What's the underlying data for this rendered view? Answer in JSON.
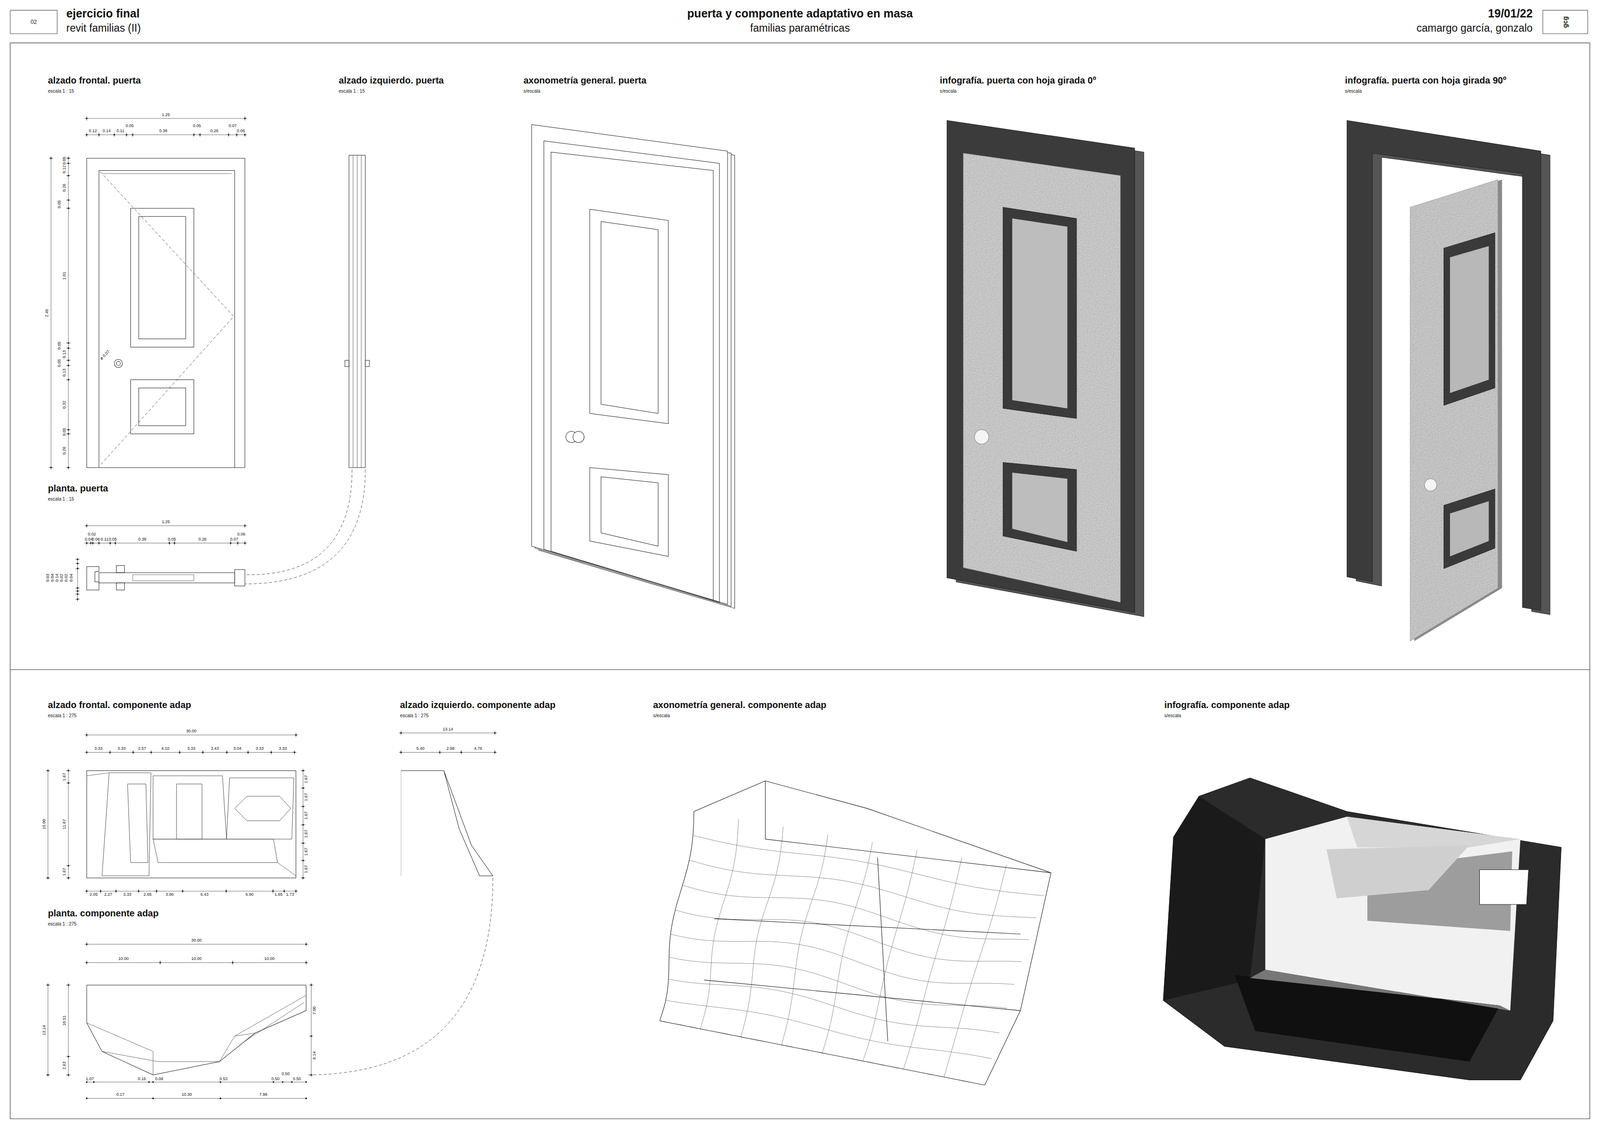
{
  "diagram": {
    "title": "puerta y componente adaptativo en masa",
    "labels": [
      "02",
      "ejercicio final",
      "revit familias (II)",
      "familias paramétricas",
      "19/01/22",
      "camargo garcía, gonzalo",
      "gcg",
      "alzado frontal. puerta",
      "escala 1 : 15",
      "alzado izquierdo. puerta",
      "escala 1 : 15",
      "axonometría general. puerta",
      "s/escala",
      "infografía. puerta con hoja girada 0º",
      "s/escala",
      "infografía. puerta con hoja girada 90º",
      "s/escala",
      "planta. puerta",
      "escala 1 : 15",
      "alzado frontal. componente adap",
      "escala 1 : 275",
      "alzado izquierdo. componente adap",
      "escala 1 : 275",
      "axonometría general. componente adap",
      "s/escala",
      "infografía. componente adap",
      "s/escala",
      "planta. componente adap",
      "escala 1 : 275",
      "1.25",
      "0.12",
      "0.14",
      "0.11",
      "0.05",
      "0.38",
      "0.05",
      "0.26",
      "0.07",
      "0.06",
      "2.45",
      "0.05",
      "0.12",
      "0.26",
      "0.05",
      "1.01",
      "0.05",
      "0.13",
      "0.05",
      "0.13",
      "0.32",
      "0.05",
      "0.26",
      "ø 0.07",
      "1.25",
      "0.04",
      "0.02",
      "0.06",
      "0.11",
      "0.05",
      "0.38",
      "0.05",
      "0.26",
      "0.07",
      "0.06",
      "0.03",
      "0.04",
      "0.14",
      "0.02",
      "0.02",
      "0.04",
      "30.00",
      "3.33",
      "3.33",
      "2.57",
      "4.10",
      "3.33",
      "3.43",
      "3.04",
      "3.33",
      "3.33",
      "2.05",
      "2.27",
      "3.33",
      "2.65",
      "3.86",
      "6.43",
      "6.90",
      "1.65",
      "1.73",
      "15.00",
      "1.67",
      "11.67",
      "1.67",
      "1.67",
      "1.67",
      "1.67",
      "1.67",
      "1.67",
      "1.67",
      "13.14",
      "5.40",
      "2.98",
      "4.76",
      "30.00",
      "10.00",
      "10.00",
      "10.00",
      "13.14",
      "10.51",
      "2.63",
      "7.00",
      "6.14",
      "1.07",
      "0.16",
      "0.08",
      "0.53",
      "0.50",
      "0.50",
      "0.50",
      "0.17",
      "10.30",
      "7.98"
    ]
  }
}
